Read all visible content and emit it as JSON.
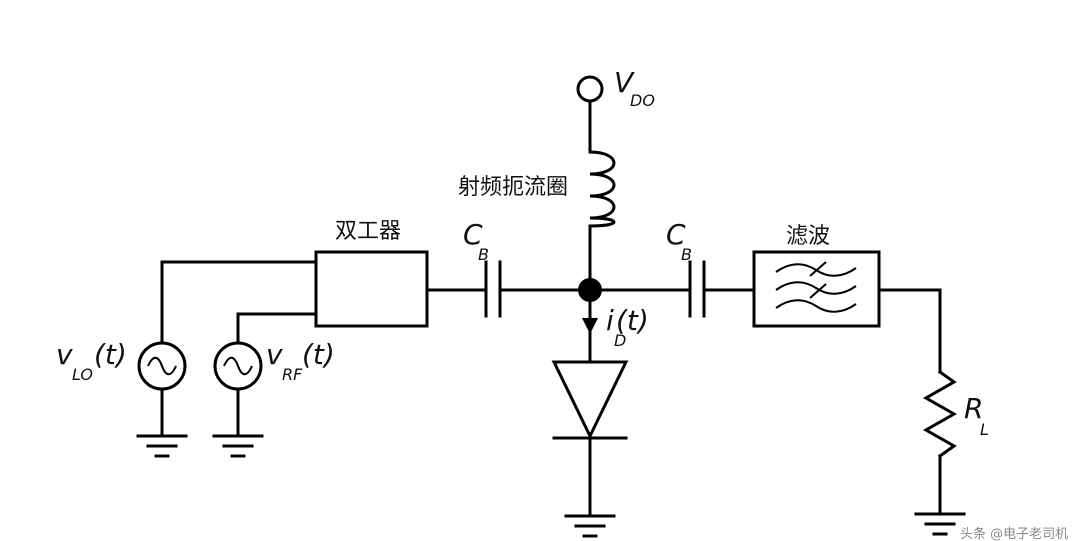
{
  "labels": {
    "vdo_main": "V",
    "vdo_sub": "DO",
    "rf_choke": "射频扼流圈",
    "diplexer": "双工器",
    "cb1_main": "C",
    "cb1_sub": "B",
    "cb2_main": "C",
    "cb2_sub": "B",
    "filter": "滤波",
    "id_main": "i",
    "id_sub": "D",
    "id_arg": "(t)",
    "vlo_main": "v",
    "vlo_sub": "LO",
    "vlo_arg": "(t)",
    "vrf_main": "v",
    "vrf_sub": "RF",
    "vrf_arg": "(t)",
    "rl_main": "R",
    "rl_sub": "L"
  },
  "watermark": "头条 @电子老司机"
}
